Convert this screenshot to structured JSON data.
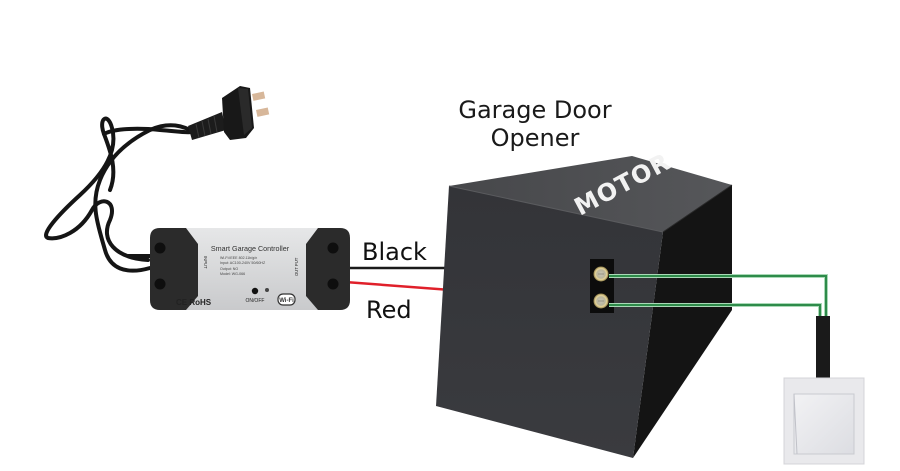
{
  "diagram": {
    "title_lines": [
      "Garage Door",
      "Opener"
    ],
    "motor_label": "MOTOR",
    "wires": {
      "black_label": "Black",
      "red_label": "Red"
    },
    "controller": {
      "title": "Smart Garage Controller",
      "spec_lines": [
        "Wi-Fi:IEEE 802.11b/g/n",
        "Input: AC100-240V 50/60HZ",
        "Output: NO",
        "Model: WG-066"
      ],
      "input_label": "INPUT",
      "output_label": "OUT PUT",
      "cert_label": "CE RoHS",
      "button_label": "ON/OFF",
      "wifi_logo": "Wi-Fi"
    },
    "components": {
      "power_plug": "power-plug",
      "wall_switch": "wall-switch"
    },
    "colors": {
      "black_wire": "#1a1a1a",
      "red_wire": "#e0202a",
      "green_wire": "#2e8b4a",
      "motor_front": "#36373a",
      "motor_top": "#4a4b4e",
      "motor_side": "#141414",
      "controller_body": "#d9dadb",
      "controller_caps": "#2b2b2b"
    }
  }
}
